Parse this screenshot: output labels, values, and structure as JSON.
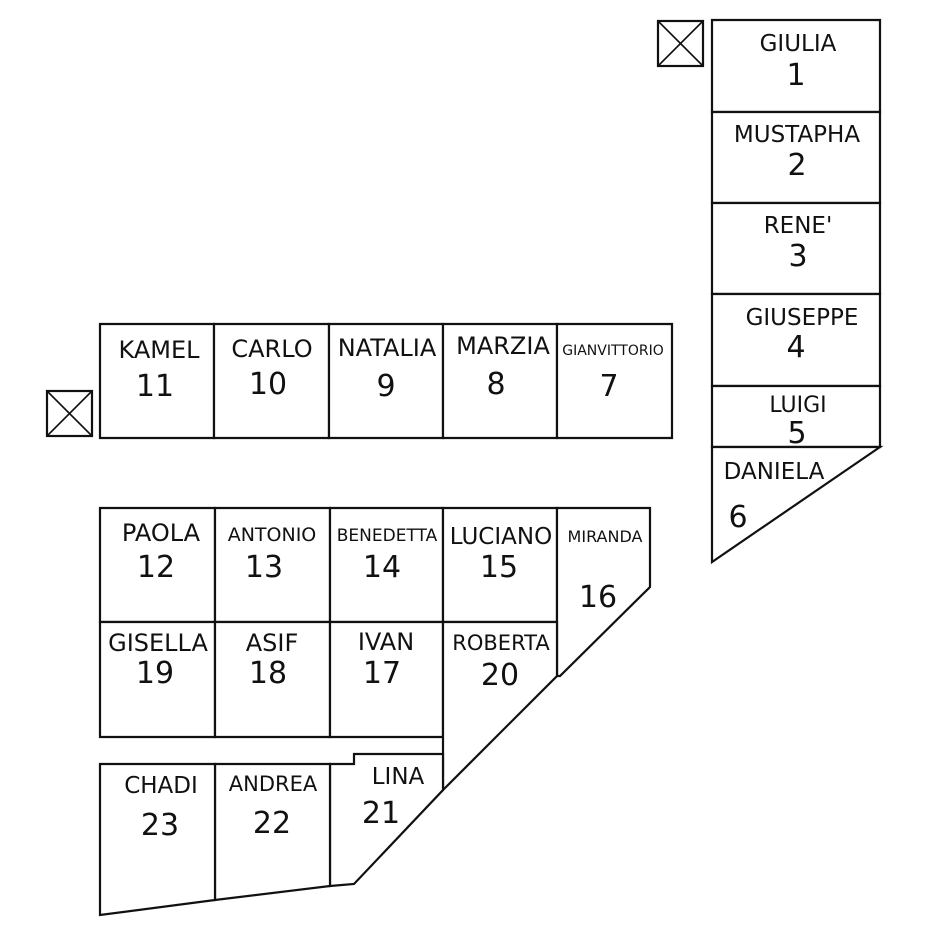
{
  "stalls": [
    {
      "id": "giulia-1",
      "name": "GIULIA",
      "number": "1"
    },
    {
      "id": "mustapha-2",
      "name": "MUSTAPHA",
      "number": "2"
    },
    {
      "id": "rene-3",
      "name": "RENE'",
      "number": "3"
    },
    {
      "id": "giuseppe-4",
      "name": "GIUSEPPE",
      "number": "4"
    },
    {
      "id": "luigi-5",
      "name": "LUIGI",
      "number": "5"
    },
    {
      "id": "daniela-6",
      "name": "DANIELA",
      "number": "6"
    },
    {
      "id": "gianvittorio-7",
      "name": "GIANVITTORIO",
      "number": "7"
    },
    {
      "id": "marzia-8",
      "name": "MARZIA",
      "number": "8"
    },
    {
      "id": "natalia-9",
      "name": "NATALIA",
      "number": "9"
    },
    {
      "id": "carlo-10",
      "name": "CARLO",
      "number": "10"
    },
    {
      "id": "kamel-11",
      "name": "KAMEL",
      "number": "11"
    },
    {
      "id": "paola-12",
      "name": "PAOLA",
      "number": "12"
    },
    {
      "id": "antonio-13",
      "name": "ANTONIO",
      "number": "13"
    },
    {
      "id": "benedetta-14",
      "name": "BENEDETTA",
      "number": "14"
    },
    {
      "id": "luciano-15",
      "name": "LUCIANO",
      "number": "15"
    },
    {
      "id": "miranda-16",
      "name": "MIRANDA",
      "number": "16"
    },
    {
      "id": "ivan-17",
      "name": "IVAN",
      "number": "17"
    },
    {
      "id": "asif-18",
      "name": "ASIF",
      "number": "18"
    },
    {
      "id": "gisella-19",
      "name": "GISELLA",
      "number": "19"
    },
    {
      "id": "roberta-20",
      "name": "ROBERTA",
      "number": "20"
    },
    {
      "id": "lina-21",
      "name": "LINA",
      "number": "21"
    },
    {
      "id": "andrea-22",
      "name": "ANDREA",
      "number": "22"
    },
    {
      "id": "chadi-23",
      "name": "CHADI",
      "number": "23"
    }
  ],
  "markers": [
    {
      "id": "top-right-marker",
      "icon": "crossed-box-icon"
    },
    {
      "id": "left-marker",
      "icon": "crossed-box-icon"
    }
  ]
}
